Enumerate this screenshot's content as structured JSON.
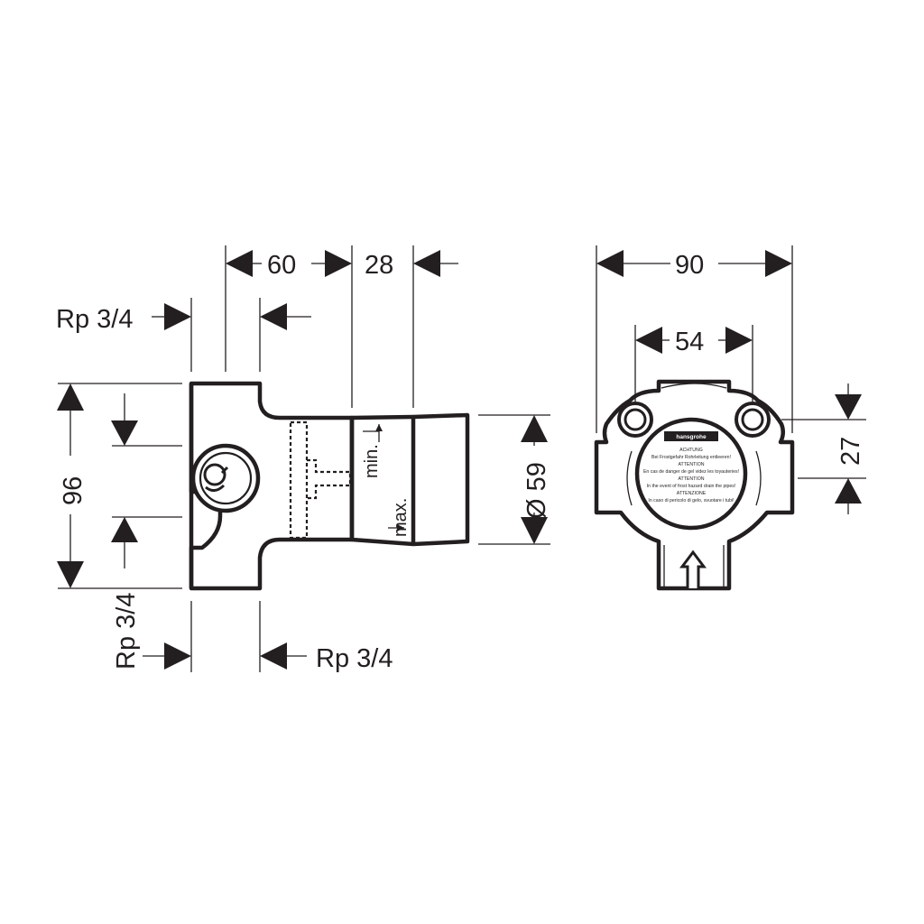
{
  "dimensions": {
    "inlet_top": "Rp 3/4",
    "inlet_bottom_side": "Rp 3/4",
    "inlet_bottom": "Rp 3/4",
    "width_60": "60",
    "width_28": "28",
    "height_96": "96",
    "diameter_59": "Ø 59",
    "width_90": "90",
    "width_54": "54",
    "height_27": "27",
    "min": "min.",
    "max": "max."
  },
  "label": {
    "brand": "hansgrohe",
    "lines": [
      "ACHTUNG",
      "Bei Frostgefahr Rohrleitung entleeren!",
      "ATTENTION",
      "En cas de danger de gel videz les toyauteries!",
      "ATTENTION",
      "In the event of frost hazard drain the pipes!",
      "ATTENZIONE",
      "In caso di pericolo di gelo, svuotare i tubi!"
    ]
  },
  "colors": {
    "ink": "#231f20",
    "background": "#ffffff"
  }
}
